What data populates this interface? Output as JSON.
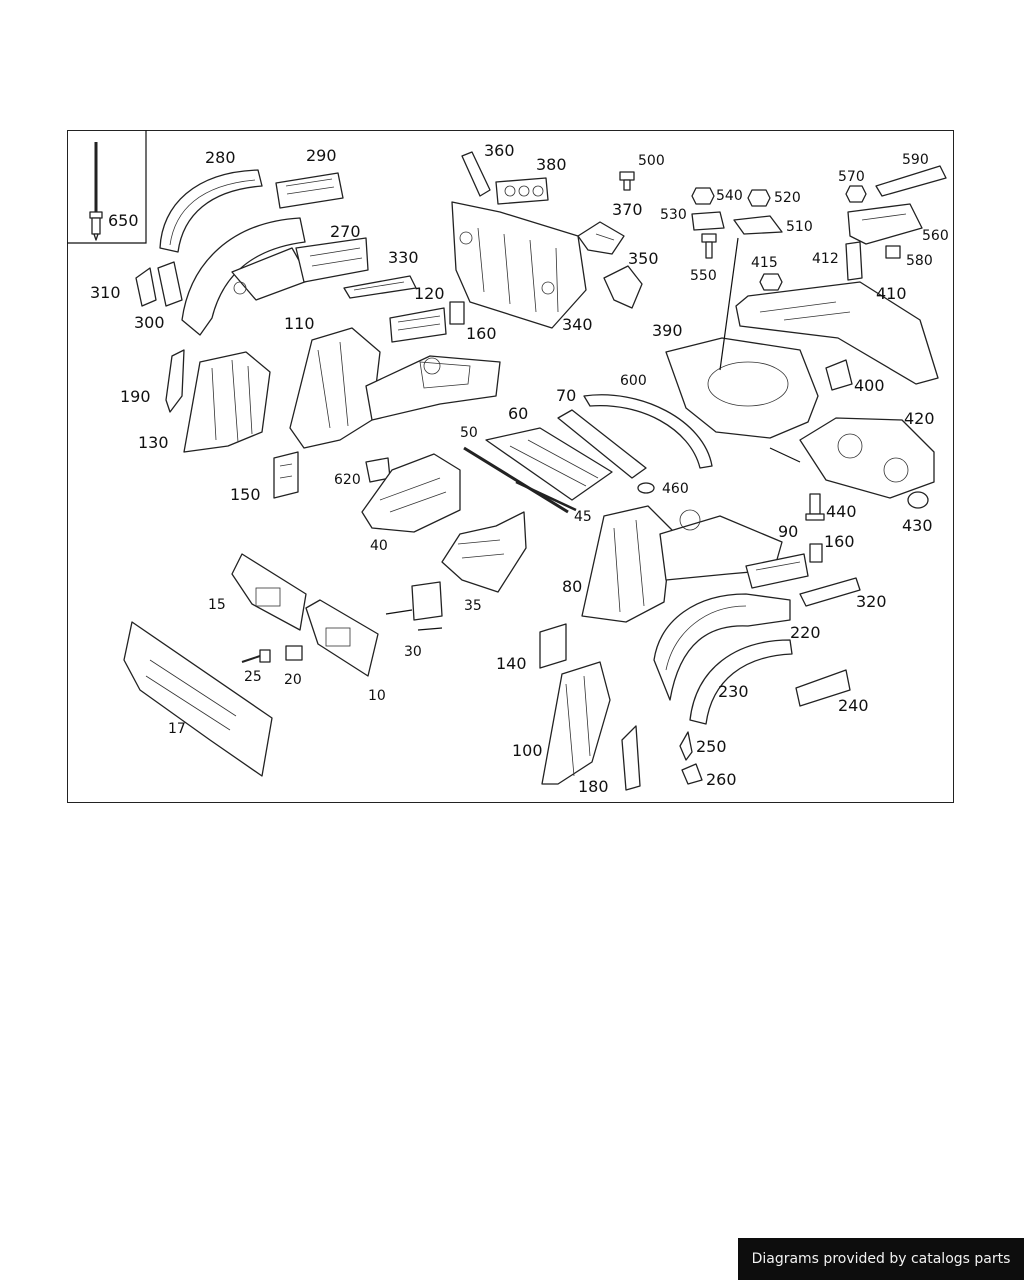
{
  "labels": {
    "l650": "650",
    "l280": "280",
    "l290": "290",
    "l270": "270",
    "l310": "310",
    "l300": "300",
    "l330": "330",
    "l120": "120",
    "l110": "110",
    "l160a": "160",
    "l190": "190",
    "l130": "130",
    "l150": "150",
    "l620": "620",
    "l40": "40",
    "l360": "360",
    "l380": "380",
    "l340": "340",
    "l500": "500",
    "l370": "370",
    "l350": "350",
    "l540": "540",
    "l520": "520",
    "l530": "530",
    "l510": "510",
    "l550": "550",
    "l570": "570",
    "l590": "590",
    "l560": "560",
    "l580": "580",
    "l415": "415",
    "l412": "412",
    "l410": "410",
    "l390": "390",
    "l400": "400",
    "l600": "600",
    "l70": "70",
    "l60": "60",
    "l50": "50",
    "l460": "460",
    "l45": "45",
    "l420": "420",
    "l440": "440",
    "l430": "430",
    "l90": "90",
    "l160b": "160",
    "l320": "320",
    "l80": "80",
    "l35": "35",
    "l15": "15",
    "l30": "30",
    "l25": "25",
    "l20": "20",
    "l10": "10",
    "l17": "17",
    "l140": "140",
    "l220": "220",
    "l230": "230",
    "l240": "240",
    "l100": "100",
    "l180": "180",
    "l250": "250",
    "l260": "260"
  },
  "footer": {
    "text": "Diagrams provided by catalogs parts"
  },
  "colors": {
    "line": "#222222",
    "banner_bg": "#0d0d0d",
    "banner_text": "#f2f2f2"
  }
}
